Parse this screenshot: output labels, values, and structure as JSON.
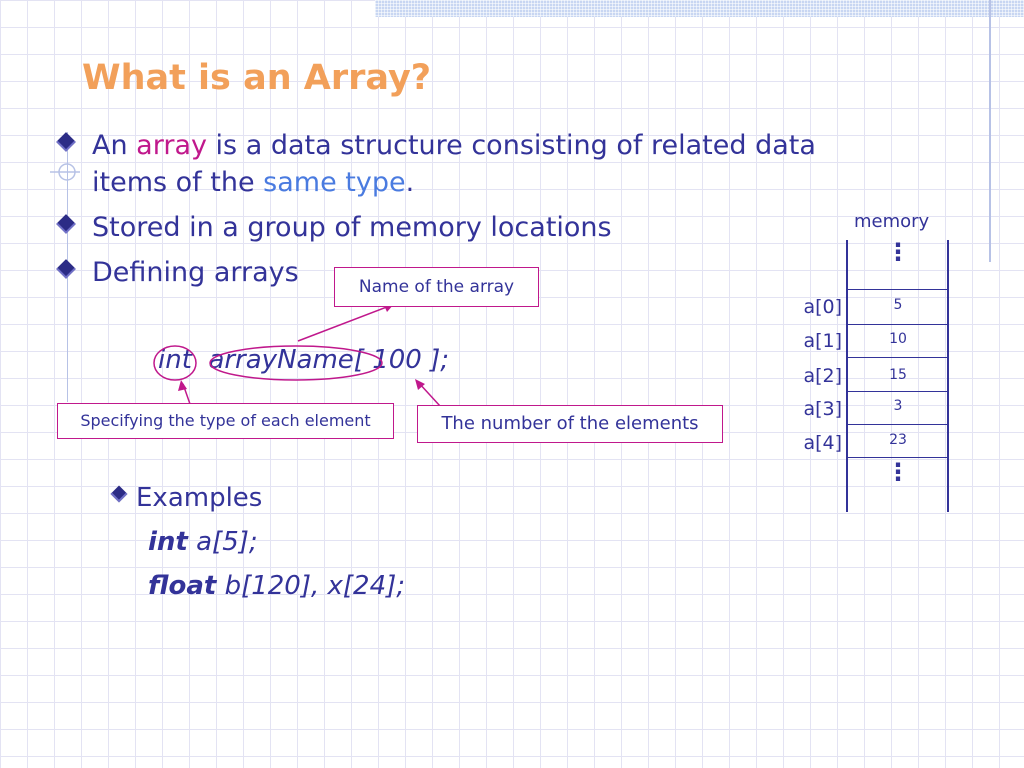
{
  "slide": {
    "title": "What is an Array?",
    "bullets": {
      "b1": {
        "pre": "An ",
        "highlight": "array",
        "post": " is a data structure consisting of related data",
        "line2_pre": "items of the ",
        "line2_highlight": "same type",
        "line2_post": "."
      },
      "b2": "Stored in a group of memory locations",
      "b3": "Defining arrays"
    },
    "declaration": {
      "type_kw": "int",
      "name": "arrayName",
      "size": "[ 100 ];"
    },
    "callouts": {
      "name": "Name of the array",
      "type": "Specifying the type of each element",
      "count": "The number of the elements"
    },
    "examples": {
      "heading": "Examples",
      "ex1_kw": "int",
      "ex1_rest": " a[5];",
      "ex2_kw": "float",
      "ex2_rest": " b[120], x[24];"
    },
    "memory": {
      "label": "memory",
      "ellipsis_top": "⋮",
      "ellipsis_bottom": "⋮",
      "cells": [
        {
          "index": "a[0]",
          "value": "5"
        },
        {
          "index": "a[1]",
          "value": "10"
        },
        {
          "index": "a[2]",
          "value": "15"
        },
        {
          "index": "a[3]",
          "value": "3"
        },
        {
          "index": "a[4]",
          "value": "23"
        }
      ]
    },
    "colors": {
      "title": "#f2a05a",
      "body_text": "#333399",
      "highlight_pink": "#c0188c",
      "highlight_blue": "#4a7be0"
    }
  }
}
